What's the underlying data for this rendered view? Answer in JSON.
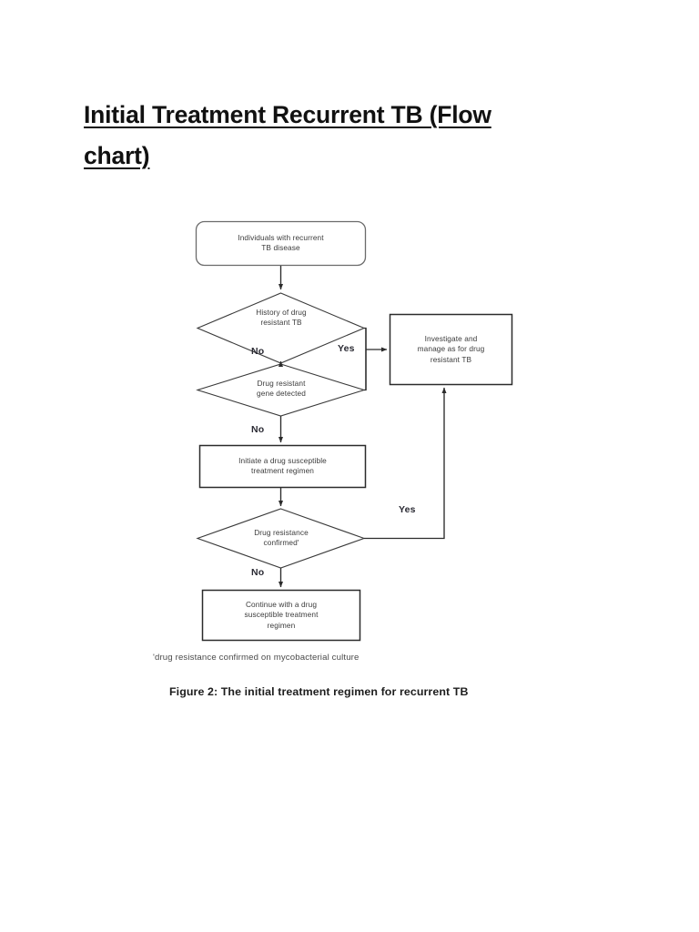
{
  "document": {
    "title_line1": "Initial Treatment Recurrent TB (Flow",
    "title_line2": "chart)"
  },
  "figure": {
    "caption": "Figure 2: The initial treatment regimen for recurrent TB",
    "footnote": "'drug resistance confirmed on mycobacterial culture"
  },
  "chart_data": {
    "type": "diagram",
    "title": "Figure 2: The initial treatment regimen for recurrent TB",
    "diagram_kind": "flowchart",
    "orientation": "top-to-bottom",
    "nodes": [
      {
        "id": "start",
        "shape": "rounded-rectangle",
        "line1": "Individuals with recurrent",
        "line2": "TB disease",
        "text": "Individuals with recurrent TB disease"
      },
      {
        "id": "history-drug-resistant",
        "shape": "diamond",
        "line1": "History of drug",
        "line2": "resistant TB",
        "text": "History of drug resistant TB"
      },
      {
        "id": "gene-detected",
        "shape": "diamond",
        "line1": "Drug resistant",
        "line2": "gene detected",
        "text": "Drug resistant gene detected"
      },
      {
        "id": "investigate-manage",
        "shape": "rectangle",
        "line1": "Investigate and",
        "line2": "manage as for drug",
        "line3": "resistant TB",
        "text": "Investigate and manage as for drug resistant TB"
      },
      {
        "id": "initiate-regimen",
        "shape": "rectangle",
        "line1": "Initiate a drug susceptible",
        "line2": "treatment regimen",
        "text": "Initiate a drug susceptible treatment regimen"
      },
      {
        "id": "resistance-confirmed",
        "shape": "diamond",
        "line1": "Drug resistance",
        "line2": "confirmed'",
        "text": "Drug resistance confirmed'"
      },
      {
        "id": "continue-regimen",
        "shape": "rectangle",
        "line1": "Continue with a drug",
        "line2": "susceptible treatment",
        "line3": "regimen",
        "text": "Continue with a drug susceptible treatment regimen"
      }
    ],
    "edges": [
      {
        "from": "start",
        "to": "history-drug-resistant",
        "label": ""
      },
      {
        "from": "history-drug-resistant",
        "to": "gene-detected",
        "label": "No"
      },
      {
        "from": "history-drug-resistant",
        "to": "investigate-manage",
        "label": "Yes"
      },
      {
        "from": "gene-detected",
        "to": "investigate-manage",
        "label": ""
      },
      {
        "from": "gene-detected",
        "to": "initiate-regimen",
        "label": "No"
      },
      {
        "from": "initiate-regimen",
        "to": "resistance-confirmed",
        "label": ""
      },
      {
        "from": "resistance-confirmed",
        "to": "investigate-manage",
        "label": "Yes"
      },
      {
        "from": "resistance-confirmed",
        "to": "continue-regimen",
        "label": "No"
      }
    ],
    "branch_labels": [
      {
        "id": "no-1",
        "text": "No"
      },
      {
        "id": "yes-1",
        "text": "Yes"
      },
      {
        "id": "no-2",
        "text": "No"
      },
      {
        "id": "yes-2",
        "text": "Yes"
      },
      {
        "id": "no-3",
        "text": "No"
      }
    ]
  },
  "colors": {
    "page_background": "#ffffff",
    "stroke": "#2b2b2b",
    "node_text": "#3b3b3b",
    "title_text": "#111111"
  }
}
